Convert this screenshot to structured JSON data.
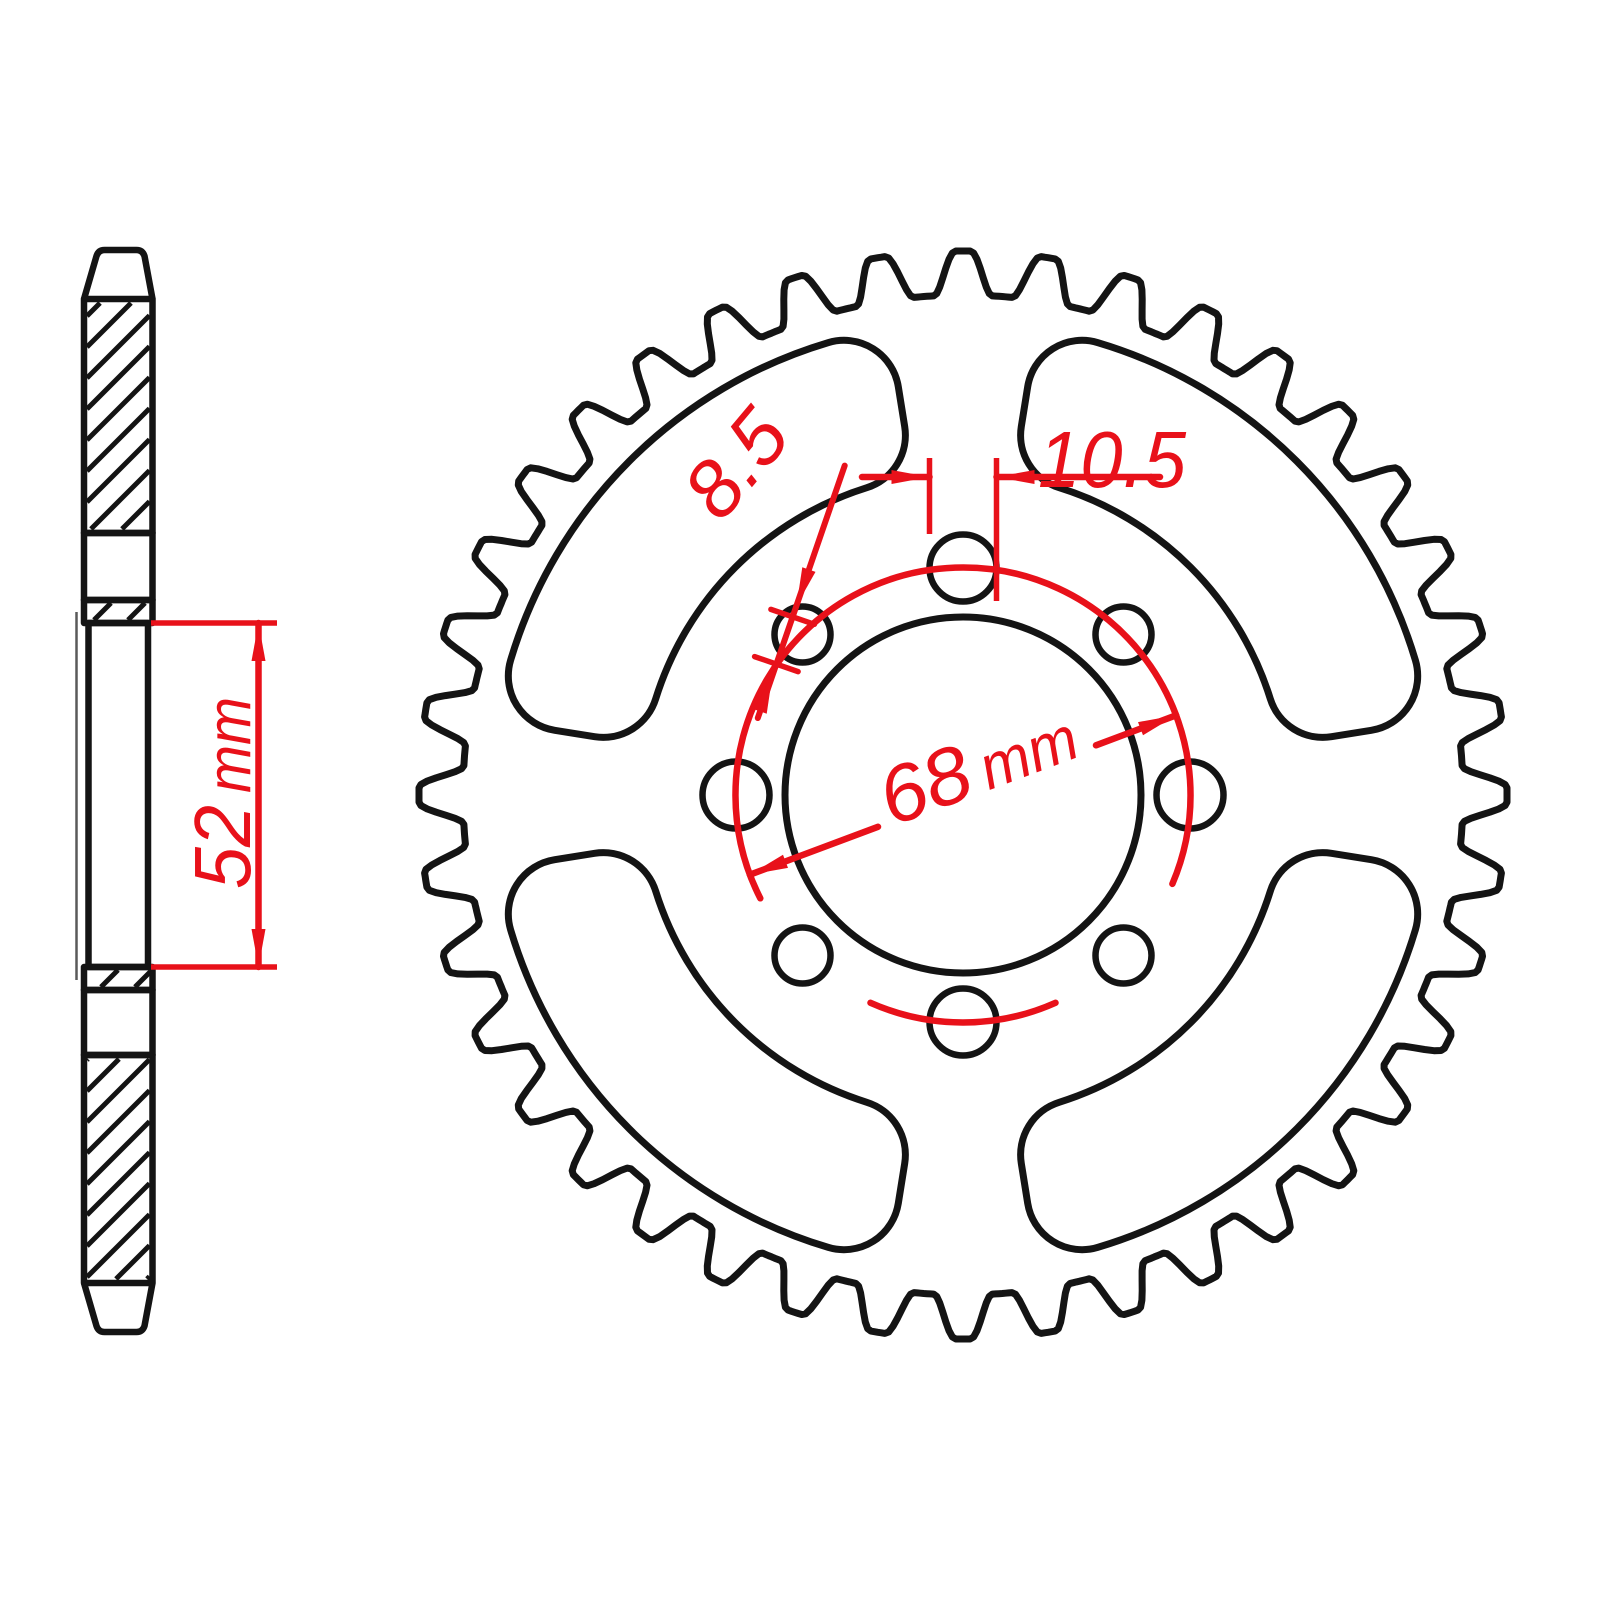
{
  "figure": {
    "type": "technical-drawing",
    "subject": "rear sprocket with side cross-section and front view",
    "background": "#ffffff",
    "line_color": "#141414",
    "dimension_color": "#e30613"
  },
  "front_view": {
    "teeth_count": 40,
    "bolt_holes": 8,
    "lightening_slots": 4
  },
  "labels": {
    "bore_width_value": "52",
    "bore_width_unit": "mm",
    "small_hole_diameter": "8.5",
    "large_hole_diameter": "10.5",
    "bolt_circle_value": "68",
    "bolt_circle_unit": "mm"
  }
}
